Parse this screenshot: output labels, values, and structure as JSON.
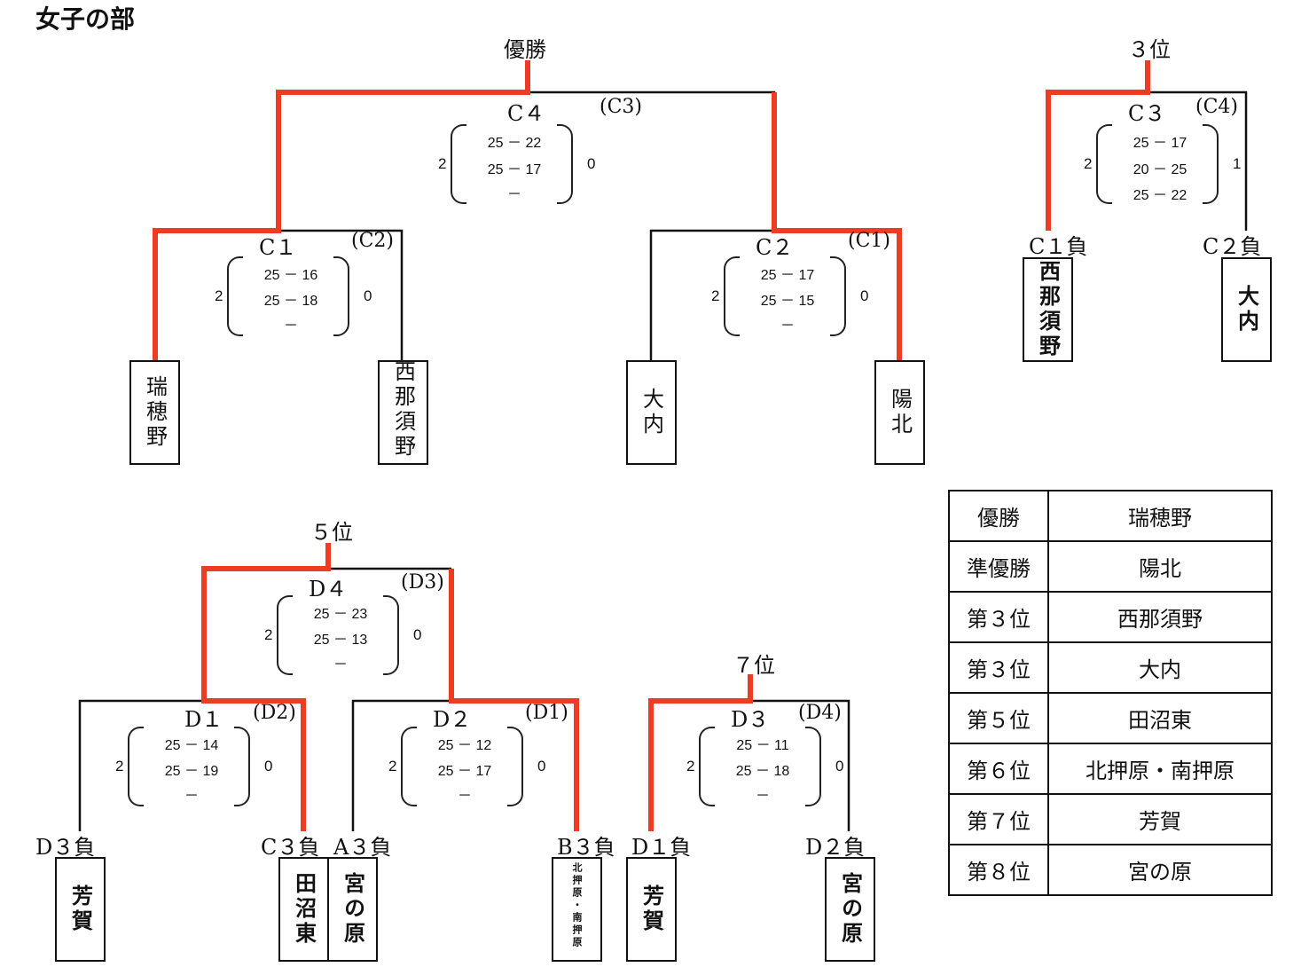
{
  "title": "女子の部",
  "colors": {
    "winner_line": "#ee3b24",
    "line": "#111111"
  },
  "brackets": {
    "final": {
      "label": "優勝",
      "match": "C４",
      "seed": "(C3)",
      "left_sets": "2",
      "right_sets": "0",
      "scores": [
        "25 － 22",
        "25 － 17",
        "－"
      ]
    },
    "semi1": {
      "match": "C１",
      "seed": "(C2)",
      "left_sets": "2",
      "right_sets": "0",
      "scores": [
        "25 － 16",
        "25 － 18",
        "－"
      ]
    },
    "semi2": {
      "match": "C２",
      "seed": "(C1)",
      "left_sets": "2",
      "right_sets": "0",
      "scores": [
        "25 － 17",
        "25 － 15",
        "－"
      ]
    },
    "third": {
      "label": "３位",
      "match": "C３",
      "seed": "(C4)",
      "left_sets": "2",
      "right_sets": "1",
      "scores": [
        "25 － 17",
        "20 － 25",
        "25 － 22"
      ],
      "left_source": "C１負",
      "right_source": "C２負"
    },
    "fifth": {
      "label": "５位",
      "match": "D４",
      "seed": "(D3)",
      "left_sets": "2",
      "right_sets": "0",
      "scores": [
        "25 － 23",
        "25 － 13",
        "－"
      ]
    },
    "d1": {
      "match": "D１",
      "seed": "(D2)",
      "left_sets": "2",
      "right_sets": "0",
      "scores": [
        "25 － 14",
        "25 － 19",
        "－"
      ],
      "left_source": "D３負",
      "right_source": "C３負"
    },
    "d2": {
      "match": "D２",
      "seed": "(D1)",
      "left_sets": "2",
      "right_sets": "0",
      "scores": [
        "25 － 12",
        "25 － 17",
        "－"
      ],
      "left_source": "A３負",
      "right_source": "B３負"
    },
    "seventh": {
      "label": "７位",
      "match": "D３",
      "seed": "(D4)",
      "left_sets": "2",
      "right_sets": "0",
      "scores": [
        "25 － 11",
        "25 － 18",
        "－"
      ],
      "left_source": "D１負",
      "right_source": "D２負"
    }
  },
  "teams": {
    "t1": "瑞穂野",
    "t2": "西那須野",
    "t3": "大内",
    "t4": "陽北",
    "t5": "西那須野",
    "t6": "大内",
    "t7": "芳賀",
    "t8": "田沼東",
    "t9": "宮の原",
    "t10": "北押原・南押原",
    "t11": "芳賀",
    "t12": "宮の原"
  },
  "results": [
    {
      "rank": "優勝",
      "team": "瑞穂野"
    },
    {
      "rank": "準優勝",
      "team": "陽北"
    },
    {
      "rank": "第３位",
      "team": "西那須野"
    },
    {
      "rank": "第３位",
      "team": "大内"
    },
    {
      "rank": "第５位",
      "team": "田沼東"
    },
    {
      "rank": "第６位",
      "team": "北押原・南押原"
    },
    {
      "rank": "第７位",
      "team": "芳賀"
    },
    {
      "rank": "第８位",
      "team": "宮の原"
    }
  ]
}
